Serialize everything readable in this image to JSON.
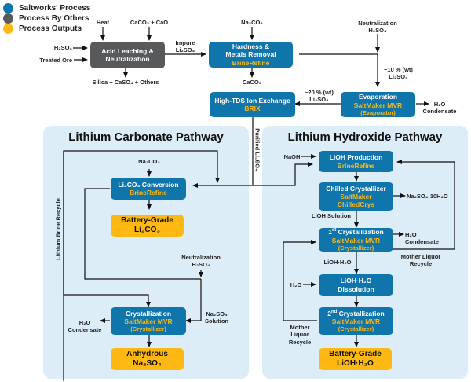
{
  "legend": [
    {
      "label": "Saltworks' Process",
      "color": "#0f75ab"
    },
    {
      "label": "Process By Others",
      "color": "#58595b"
    },
    {
      "label": "Process Outputs",
      "color": "#fdb813"
    }
  ],
  "colors": {
    "saltworks": "#0f75ab",
    "others": "#58595b",
    "outputs": "#fdb813",
    "panel": "#dcedf7"
  },
  "top": {
    "acid_leaching": {
      "line1": "Acid Leaching &",
      "line2": "Neutralization"
    },
    "hardness": {
      "line1": "Hardness &",
      "line2": "Metals Removal",
      "product": "BrineRefine"
    },
    "evaporation": {
      "line1": "Evaporation",
      "product": "SaltMaker MVR",
      "sub": "(Evaporator)"
    },
    "ion_exchange": {
      "line1": "High-TDS Ion Exchange",
      "product": "BRIX"
    },
    "inputs": {
      "heat": "Heat",
      "caco3_cao": "CaCO₃ + CaO",
      "h2so4": "H₂SO₄",
      "treated_ore": "Treated Ore",
      "silica": "Silica + CaSO₄ + Others",
      "impure_1": "Impure",
      "impure_2": "Li₂SO₄",
      "na2co3": "Na₂CO₃",
      "caco3": "CaCO₃",
      "neutralization_1": "Neutralization",
      "neutralization_2": "H₂SO₄",
      "ten_pct_1": "~10 % (wt)",
      "ten_pct_2": "Li₂SO₄",
      "twenty_pct_1": "~20 % (wt)",
      "twenty_pct_2": "Li₂SO₄",
      "h2o": "H₂O",
      "condensate": "Condensate",
      "purified": "Purified Li₂SO₄"
    }
  },
  "carbonate": {
    "title": "Lithium Carbonate Pathway",
    "conversion": {
      "line1": "Li₂CO₃ Conversion",
      "product": "BrineRefine"
    },
    "output1": {
      "line1": "Battery-Grade",
      "line2": "Li₂CO₃"
    },
    "crystallization": {
      "line1": "Crystallization",
      "product": "SaltMaker MVR",
      "sub": "(Crystallizer)"
    },
    "output2": {
      "line1": "Anhydrous",
      "line2": "Na₂SO₄"
    },
    "labels": {
      "na2co3": "Na₂CO₃",
      "recycle": "Lithium Brine Recycle",
      "neutralization_1": "Neutralization",
      "neutralization_2": "H₂SO₄",
      "na2so4_1": "Na₂SO₄",
      "na2so4_2": "Solution",
      "h2o": "H₂O",
      "condensate": "Condensate"
    }
  },
  "hydroxide": {
    "title": "Lithium Hydroxide Pathway",
    "lioh_production": {
      "line1": "LiOH Production",
      "product": "BrineRefine"
    },
    "chilled": {
      "line1": "Chilled Crystallizer",
      "product1": "SaltMaker",
      "product2": "ChilledCrys"
    },
    "first_cryst": {
      "sup": "st",
      "num": "1",
      "line1": " Crystallization",
      "product": "SaltMaker MVR",
      "sub": "(Crystallizer)"
    },
    "dissolution": {
      "line1": "LiOH·H₂O",
      "line2": "Dissolution"
    },
    "second_cryst": {
      "sup": "nd",
      "num": "2",
      "line1": " Crystallization",
      "product": "SaltMaker MVR",
      "sub": "(Crystallizer)"
    },
    "output": {
      "line1": "Battery-Grade",
      "line2": "LiOH·H₂O"
    },
    "labels": {
      "naoh": "NaOH",
      "decahydrate": "Na₂SO₄·10H₂O",
      "lioh_solution": "LiOH Solution",
      "h2o_1": "H₂O",
      "condensate": "Condensate",
      "mother_liquor_1": "Mother Liquor",
      "mother_liquor_2": "Recycle",
      "lioh_h2o": "LiOH·H₂O",
      "h2o_2": "H₂O",
      "ml2_1": "Mother",
      "ml2_2": "Liquor",
      "ml2_3": "Recycle"
    }
  }
}
